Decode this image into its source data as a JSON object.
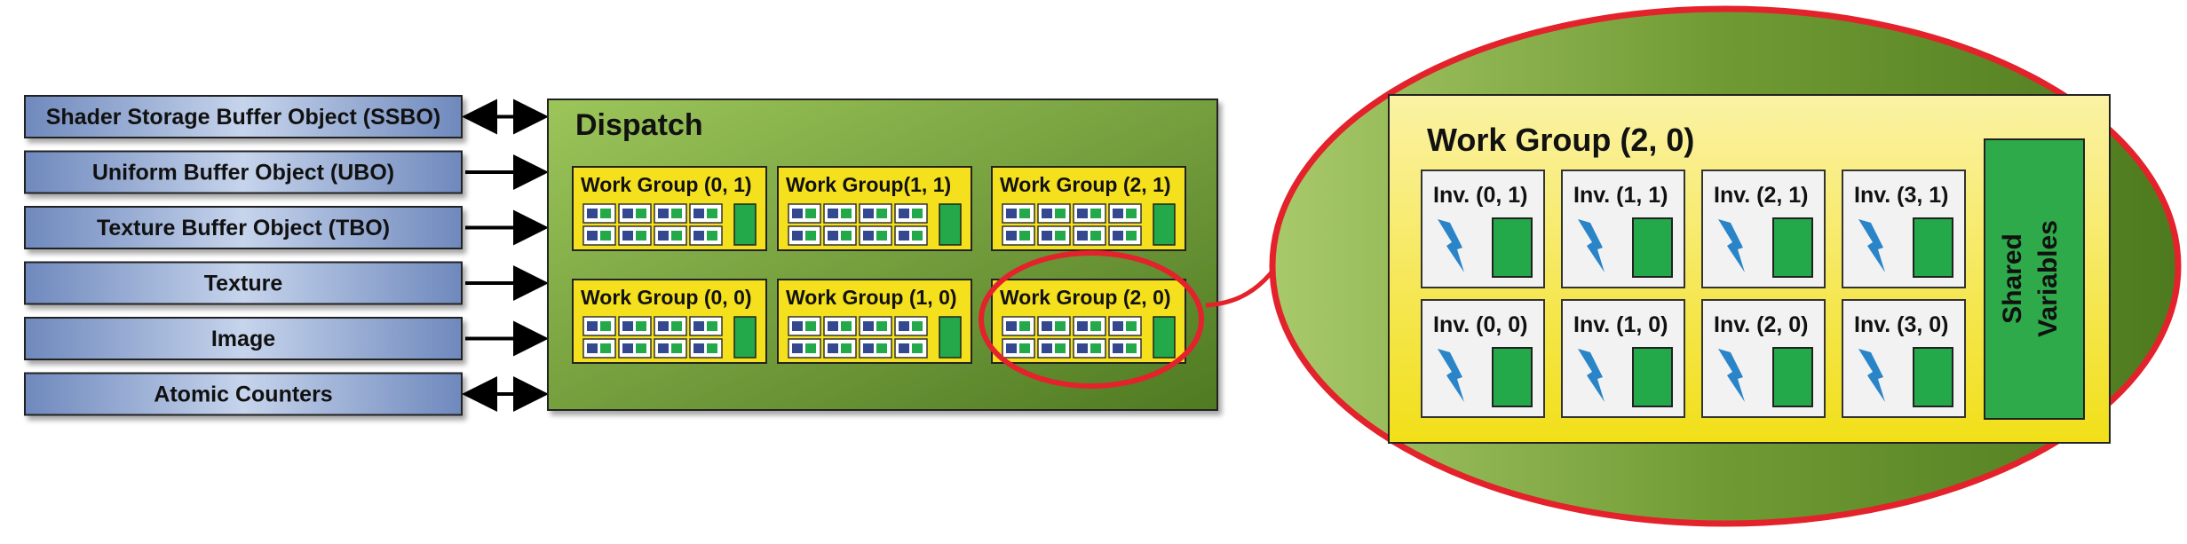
{
  "buffers": [
    {
      "label": "Shader Storage Buffer Object (SSBO)",
      "bidirectional": true
    },
    {
      "label": "Uniform Buffer Object (UBO)",
      "bidirectional": false
    },
    {
      "label": "Texture Buffer Object (TBO)",
      "bidirectional": false
    },
    {
      "label": "Texture",
      "bidirectional": false
    },
    {
      "label": "Image",
      "bidirectional": false
    },
    {
      "label": "Atomic Counters",
      "bidirectional": true
    }
  ],
  "dispatch": {
    "title": "Dispatch",
    "work_groups": [
      {
        "label": "Work Group (0, 1)"
      },
      {
        "label": "Work Group(1, 1)"
      },
      {
        "label": "Work Group (2, 1)"
      },
      {
        "label": "Work Group (0, 0)"
      },
      {
        "label": "Work Group (1, 0)"
      },
      {
        "label": "Work Group (2, 0)",
        "highlighted": true
      }
    ]
  },
  "zoom": {
    "title": "Work Group (2, 0)",
    "invocations": [
      "Inv. (0, 1)",
      "Inv. (1, 1)",
      "Inv. (2, 1)",
      "Inv. (3, 1)",
      "Inv. (0, 0)",
      "Inv. (1, 0)",
      "Inv. (2, 0)",
      "Inv. (3, 0)"
    ],
    "shared_line1": "Shared",
    "shared_line2": "Variables"
  },
  "colors": {
    "buffer_box": "#a9bddb",
    "dispatch_green": "#6f9a35",
    "group_yellow": "#f4e01c",
    "cell_blue": "#33488f",
    "cell_green": "#23a94a",
    "shared_green": "#2eaa4a",
    "bolt_blue": "#2a85c8",
    "highlight_red": "#e3222b"
  }
}
